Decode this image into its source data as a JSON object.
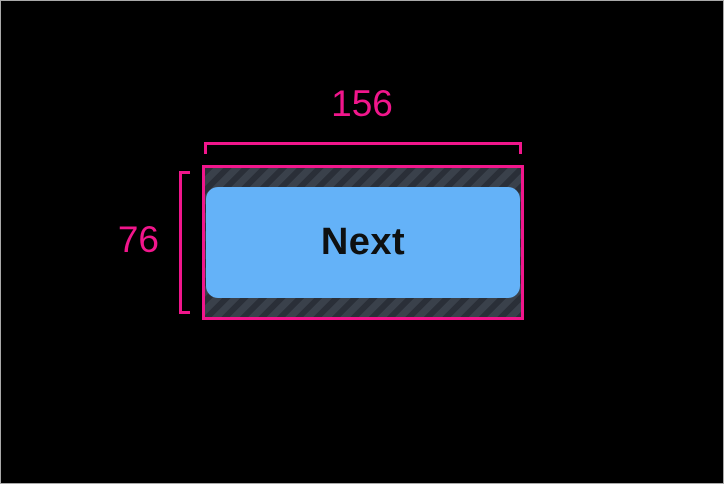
{
  "measurements": {
    "width": "156",
    "height": "76"
  },
  "button": {
    "label": "Next"
  },
  "colors": {
    "accent_pink": "#F1168C",
    "button_blue": "#64B2F8",
    "button_text": "#0E1011",
    "padding_fill": "#3A414B",
    "padding_stripe": "#2A2F38",
    "background": "#000000",
    "frame_border": "#A9A9A9"
  }
}
